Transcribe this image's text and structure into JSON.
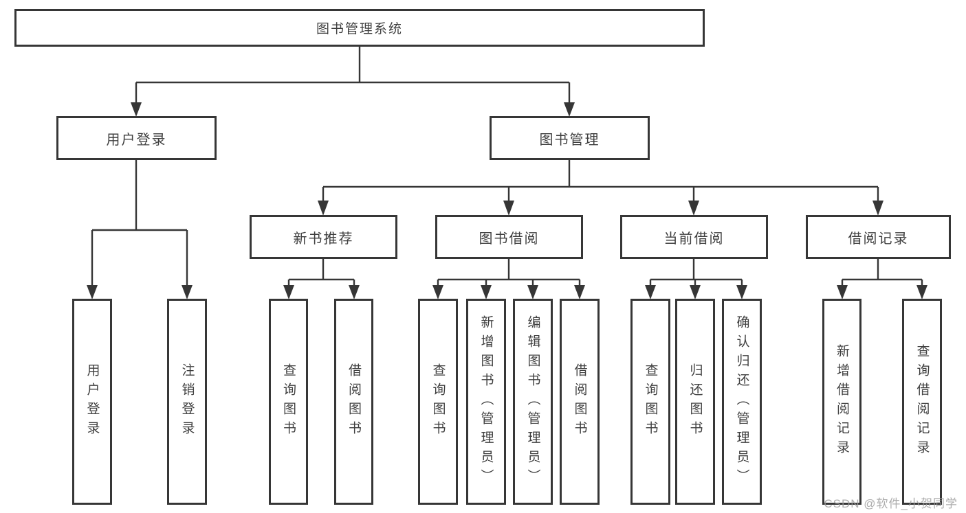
{
  "diagram": {
    "root": {
      "label": "图书管理系统"
    },
    "level1": [
      {
        "label": "用户登录"
      },
      {
        "label": "图书管理"
      }
    ],
    "level2": [
      {
        "label": "新书推荐"
      },
      {
        "label": "图书借阅"
      },
      {
        "label": "当前借阅"
      },
      {
        "label": "借阅记录"
      }
    ],
    "leaves": [
      {
        "label": "用户登录"
      },
      {
        "label": "注销登录"
      },
      {
        "label": "查询图书"
      },
      {
        "label": "借阅图书"
      },
      {
        "label": "查询图书"
      },
      {
        "label": "新增图书（管理员）"
      },
      {
        "label": "编辑图书（管理员）"
      },
      {
        "label": "借阅图书"
      },
      {
        "label": "查询图书"
      },
      {
        "label": "归还图书"
      },
      {
        "label": "确认归还（管理员）"
      },
      {
        "label": "新增借阅记录"
      },
      {
        "label": "查询借阅记录"
      }
    ],
    "watermark": "CSDN @软件_小贺同学",
    "colors": {
      "line": "#363636",
      "text": "#3f3f3f",
      "watermark": "#9e9e9e",
      "background": "#ffffff"
    }
  }
}
